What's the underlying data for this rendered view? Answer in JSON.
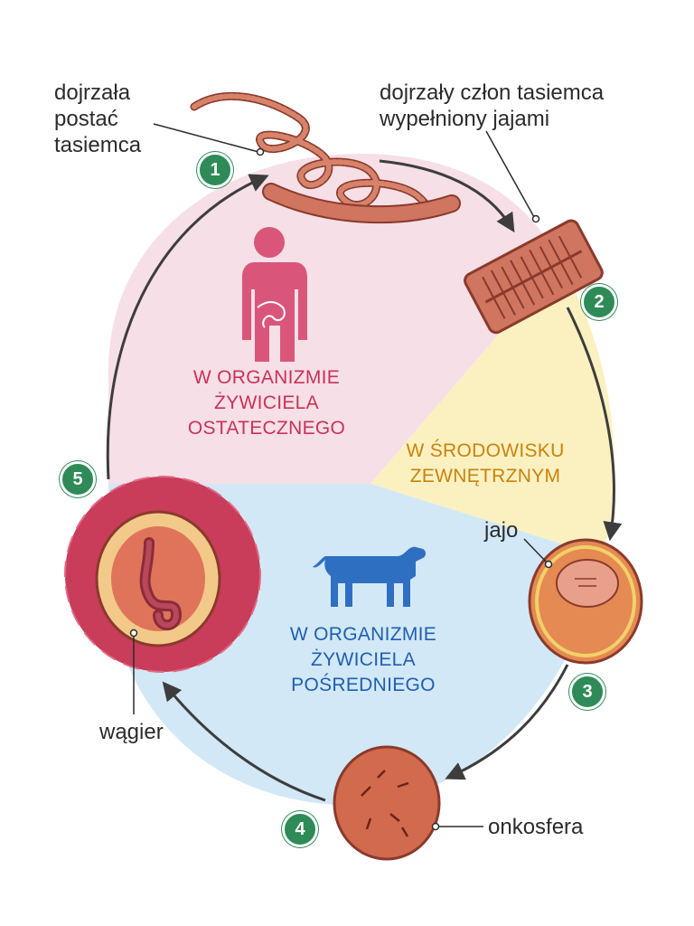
{
  "labels": {
    "adult_worm": "dojrzała\npostać\ntasiemca",
    "proglottid": "dojrzały człon tasiemca\nwypełniony jajami",
    "egg": "jajo",
    "oncosphere": "onkosfera",
    "cysticercus": "wągier"
  },
  "zones": {
    "definitive_host": "W ORGANIZMIE\nŻYWICIELA\nOSTATECZNEGO",
    "environment": "W ŚRODOWISKU\nZEWNĘTRZNYM",
    "intermediate_host": "W ORGANIZMIE\nŻYWICIELA\nPOŚREDNIEGO"
  },
  "steps": [
    "1",
    "2",
    "3",
    "4",
    "5"
  ],
  "colors": {
    "definitive_zone": "#f6dfe6",
    "environment_zone": "#fbf1c0",
    "intermediate_zone": "#d2e8f6",
    "definitive_text": "#c8325a",
    "environment_text": "#c9820e",
    "intermediate_text": "#1f5fb0",
    "badge": "#2e8b57",
    "worm": "#c96a55",
    "cow": "#2f6fc1",
    "human": "#d9567a"
  }
}
